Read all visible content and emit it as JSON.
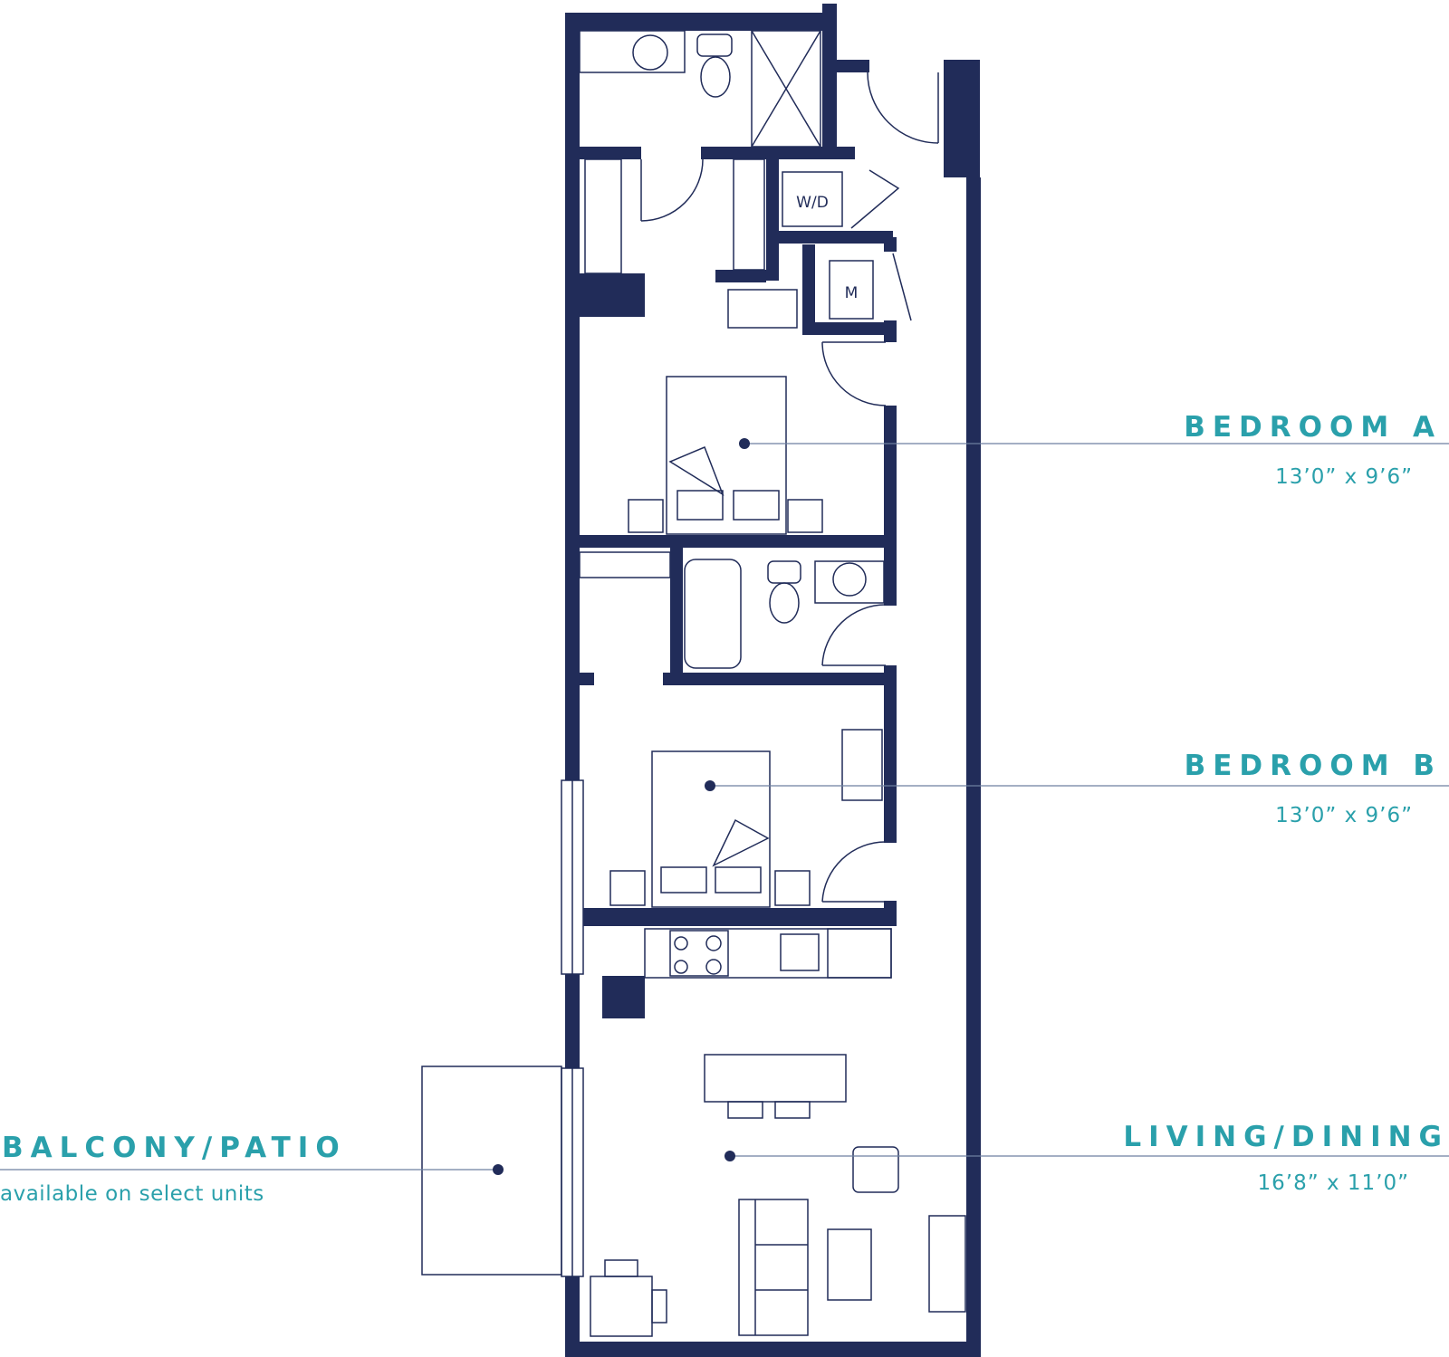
{
  "colors": {
    "wall": "#212c59",
    "accent": "#2aa0ab",
    "leader": "#6d7fa0"
  },
  "rooms": {
    "bedroom_a": {
      "title": "BEDROOM A",
      "dims": "13’0” x 9’6”"
    },
    "bedroom_b": {
      "title": "BEDROOM B",
      "dims": "13’0” x 9’6”"
    },
    "living_dining": {
      "title": "LIVING/DINING",
      "dims": "16’8” x 11’0”"
    },
    "balcony": {
      "title": "BALCONY/PATIO",
      "note": "available on select units"
    }
  },
  "fixtures": {
    "washer_dryer": "W/D",
    "mechanical": "M"
  }
}
